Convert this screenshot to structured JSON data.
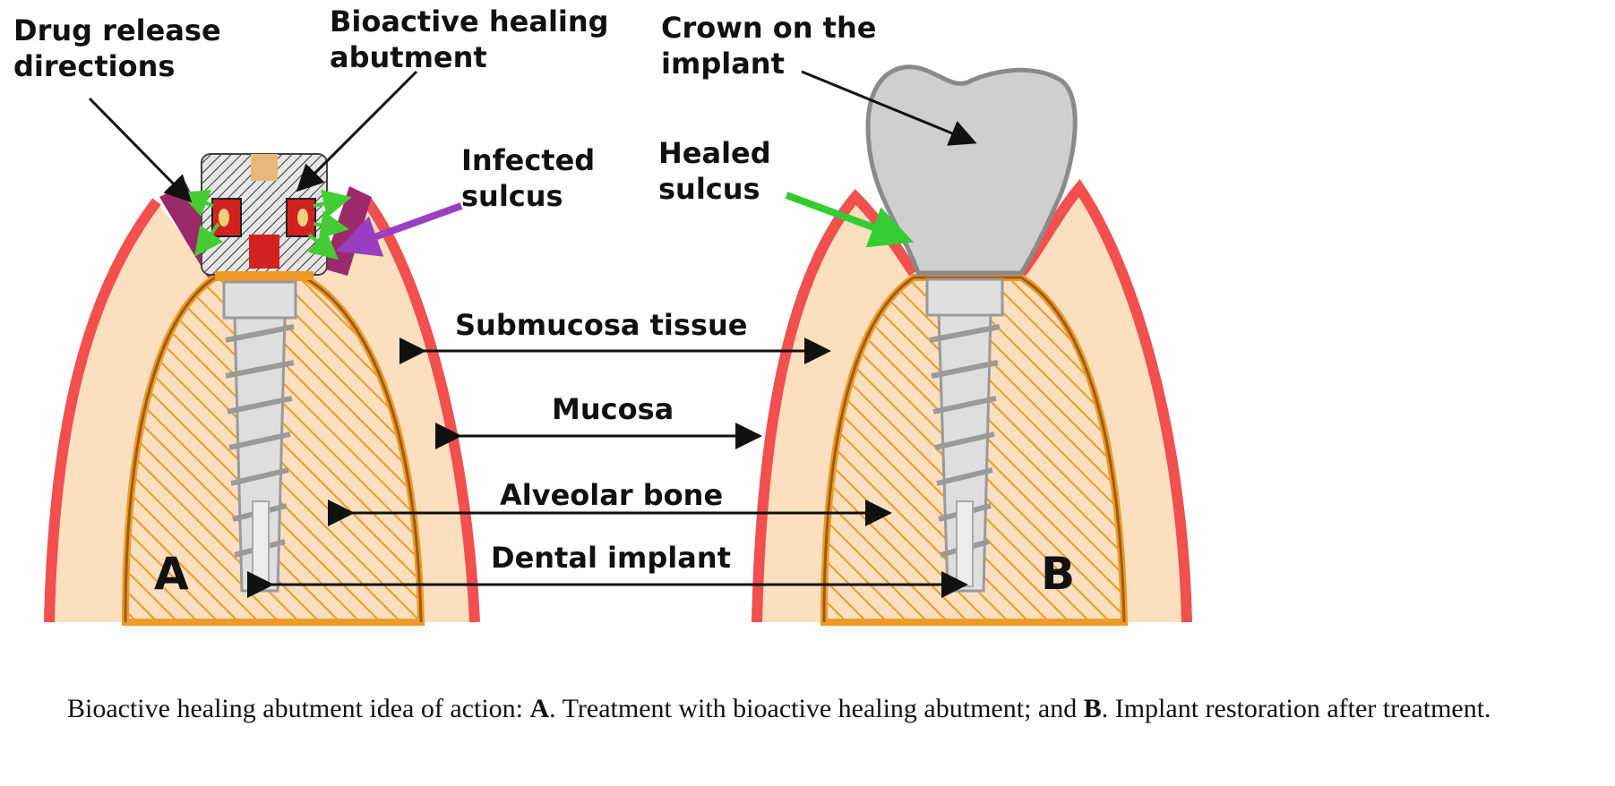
{
  "labels": {
    "drug_release_1": "Drug release",
    "drug_release_2": "directions",
    "bioactive_1": "Bioactive healing",
    "bioactive_2": "abutment",
    "crown_1": "Crown on the",
    "crown_2": "implant",
    "infected_1": "Infected",
    "infected_2": "sulcus",
    "healed_1": "Healed",
    "healed_2": "sulcus",
    "submucosa": "Submucosa tissue",
    "mucosa": "Mucosa",
    "alveolar": "Alveolar bone",
    "implant": "Dental implant",
    "panel_a": "A",
    "panel_b": "B"
  },
  "caption": {
    "p1": "Bioactive healing abutment idea of action: ",
    "a": "A",
    "p2": ". Treatment with bioactive healing abutment; and ",
    "b": "B",
    "p3": ". Implant restoration after treatment."
  },
  "colors": {
    "mucosa": "#f24f4f",
    "submucosa": "#fbdfbf",
    "bone": "#ef9a26",
    "bone_edge": "#9b5d1b",
    "implant": "#bdbdbd",
    "crown": "#cfcfcf",
    "infection": "#9b2a6b",
    "release_arrow": "#44cc33",
    "infected_arrow": "#9b3fc2",
    "healed_arrow": "#33cc33"
  }
}
